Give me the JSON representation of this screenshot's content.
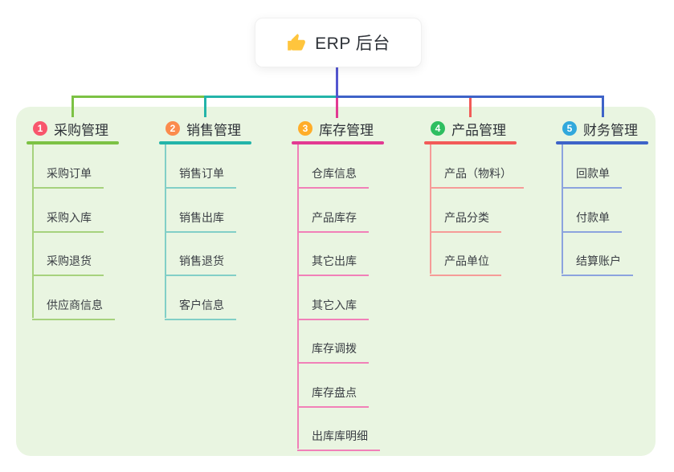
{
  "root": {
    "label": "ERP 后台",
    "icon": "thumbs-up",
    "connector_color": "#5456D0",
    "icon_color": "#FFC53D"
  },
  "panel": {
    "background": "#E9F5E1"
  },
  "branches": [
    {
      "index": "1",
      "label": "采购管理",
      "badge_color": "#F8566C",
      "line_color": "#7CC244",
      "child_line_color": "#A6D27D",
      "children": [
        "采购订单",
        "采购入库",
        "采购退货",
        "供应商信息"
      ]
    },
    {
      "index": "2",
      "label": "销售管理",
      "badge_color": "#FB8B4D",
      "line_color": "#23B4A9",
      "child_line_color": "#82CFC7",
      "children": [
        "销售订单",
        "销售出库",
        "销售退货",
        "客户信息"
      ]
    },
    {
      "index": "3",
      "label": "库存管理",
      "badge_color": "#FFAD29",
      "line_color": "#E23A92",
      "child_line_color": "#F180B8",
      "children": [
        "仓库信息",
        "产品库存",
        "其它出库",
        "其它入库",
        "库存调拨",
        "库存盘点",
        "出库库明细"
      ]
    },
    {
      "index": "4",
      "label": "产品管理",
      "badge_color": "#2EBE60",
      "line_color": "#F25B58",
      "child_line_color": "#F69B98",
      "children": [
        "产品（物料）",
        "产品分类",
        "产品单位"
      ]
    },
    {
      "index": "5",
      "label": "财务管理",
      "badge_color": "#31A8DC",
      "line_color": "#3E63C8",
      "child_line_color": "#8CA3DE",
      "children": [
        "回款单",
        "付款单",
        "结算账户"
      ]
    }
  ]
}
